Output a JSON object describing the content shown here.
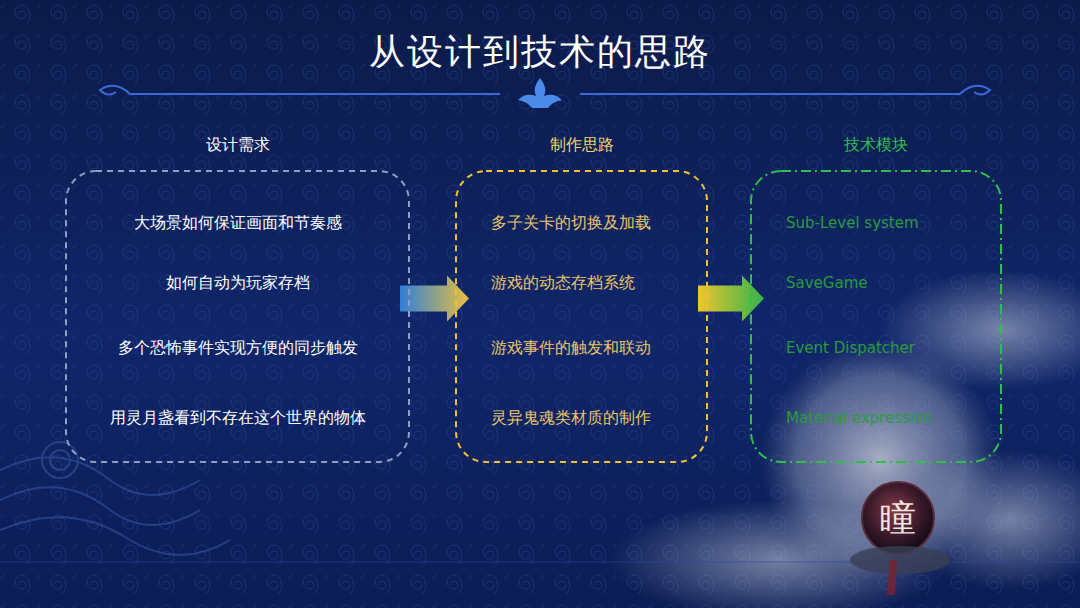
{
  "diagram": {
    "title": "从设计到技术的思路",
    "nodes": [
      {
        "text": [
          "设计需求",
          "大场景如何保证画面和节奏感",
          "如何自动为玩家存档",
          "多个恐怖事件实现方便的同步触发",
          "用灵月盏看到不存在这个世界的物体"
        ]
      },
      {
        "text": [
          "制作思路",
          "多子关卡的切换及加载",
          "游戏的动态存档系统",
          "游戏事件的触发和联动",
          "灵异鬼魂类材质的制作"
        ]
      },
      {
        "text": [
          "技术模块",
          "Sub-Level system",
          "SaveGame",
          "Event Dispatcher",
          "Material expression"
        ]
      }
    ],
    "edges": [
      {
        "from": 0,
        "to": 1,
        "arrow": "to"
      },
      {
        "from": 1,
        "to": 2,
        "arrow": "to"
      }
    ],
    "labels": [
      "瞳"
    ]
  }
}
